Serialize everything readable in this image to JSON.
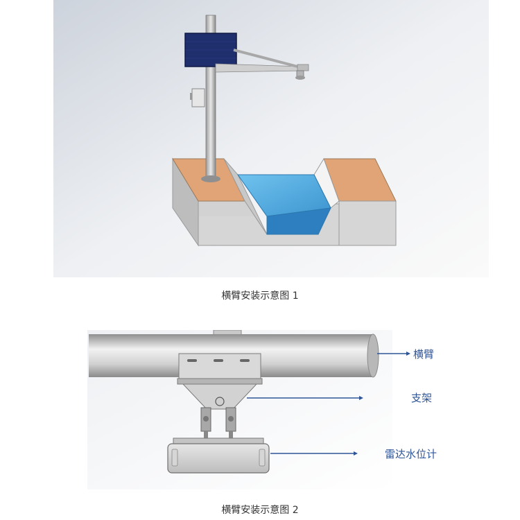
{
  "figure1": {
    "caption": "横臂安装示意图 1"
  },
  "figure2": {
    "caption": "横臂安装示意图 2",
    "callouts": {
      "arm": "横臂",
      "bracket": "支架",
      "radar": "雷达水位计"
    }
  },
  "colors": {
    "solar_panel": "#1f2f6e",
    "water": "#4a9ed6",
    "soil": "#e0a477",
    "concrete": "#d8d8d8",
    "callout_line": "#2f5597"
  }
}
